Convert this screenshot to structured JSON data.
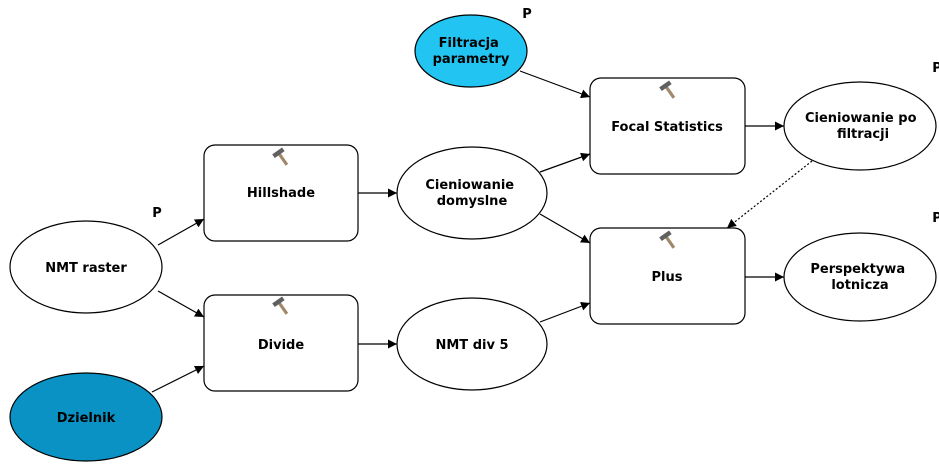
{
  "colors": {
    "background": "#ffffff",
    "stroke": "#000000",
    "param_fill": "#22c4f2",
    "dzielnik_fill": "#0a92c4",
    "data_fill": "#ffffff",
    "tool_fill": "#ffffff",
    "hammer_handle": "#a0896a",
    "hammer_head": "#606060"
  },
  "parameter_marker": "P",
  "nodes": {
    "nmt_raster": {
      "label": "NMT raster",
      "kind": "data",
      "param": true
    },
    "dzielnik": {
      "label": "Dzielnik",
      "kind": "parameter",
      "param": false
    },
    "hillshade": {
      "label": "Hillshade",
      "kind": "tool",
      "icon": "hammer-icon"
    },
    "divide": {
      "label": "Divide",
      "kind": "tool",
      "icon": "hammer-icon"
    },
    "cieniowanie_domyslne": {
      "lines": [
        "Cieniowanie",
        "domyslne"
      ],
      "kind": "data"
    },
    "nmt_div_5": {
      "label": "NMT div 5",
      "kind": "data"
    },
    "filtracja_parametry": {
      "lines": [
        "Filtracja",
        "parametry"
      ],
      "kind": "parameter",
      "param": true
    },
    "focal_statistics": {
      "label": "Focal Statistics",
      "kind": "tool",
      "icon": "hammer-icon"
    },
    "plus": {
      "label": "Plus",
      "kind": "tool",
      "icon": "hammer-icon"
    },
    "cieniowanie_po_filtracji": {
      "lines": [
        "Cieniowanie po",
        "filtracji"
      ],
      "kind": "data",
      "param": true
    },
    "perspektywa_lotnicza": {
      "lines": [
        "Perspektywa",
        "lotnicza"
      ],
      "kind": "data",
      "param": true
    }
  },
  "edges": [
    {
      "from": "nmt_raster",
      "to": "hillshade",
      "style": "solid"
    },
    {
      "from": "nmt_raster",
      "to": "divide",
      "style": "solid"
    },
    {
      "from": "dzielnik",
      "to": "divide",
      "style": "solid"
    },
    {
      "from": "hillshade",
      "to": "cieniowanie_domyslne",
      "style": "solid"
    },
    {
      "from": "divide",
      "to": "nmt_div_5",
      "style": "solid"
    },
    {
      "from": "filtracja_parametry",
      "to": "focal_statistics",
      "style": "solid"
    },
    {
      "from": "cieniowanie_domyslne",
      "to": "focal_statistics",
      "style": "solid"
    },
    {
      "from": "cieniowanie_domyslne",
      "to": "plus",
      "style": "solid"
    },
    {
      "from": "nmt_div_5",
      "to": "plus",
      "style": "solid"
    },
    {
      "from": "focal_statistics",
      "to": "cieniowanie_po_filtracji",
      "style": "solid"
    },
    {
      "from": "cieniowanie_po_filtracji",
      "to": "plus",
      "style": "dotted"
    },
    {
      "from": "plus",
      "to": "perspektywa_lotnicza",
      "style": "solid"
    }
  ]
}
